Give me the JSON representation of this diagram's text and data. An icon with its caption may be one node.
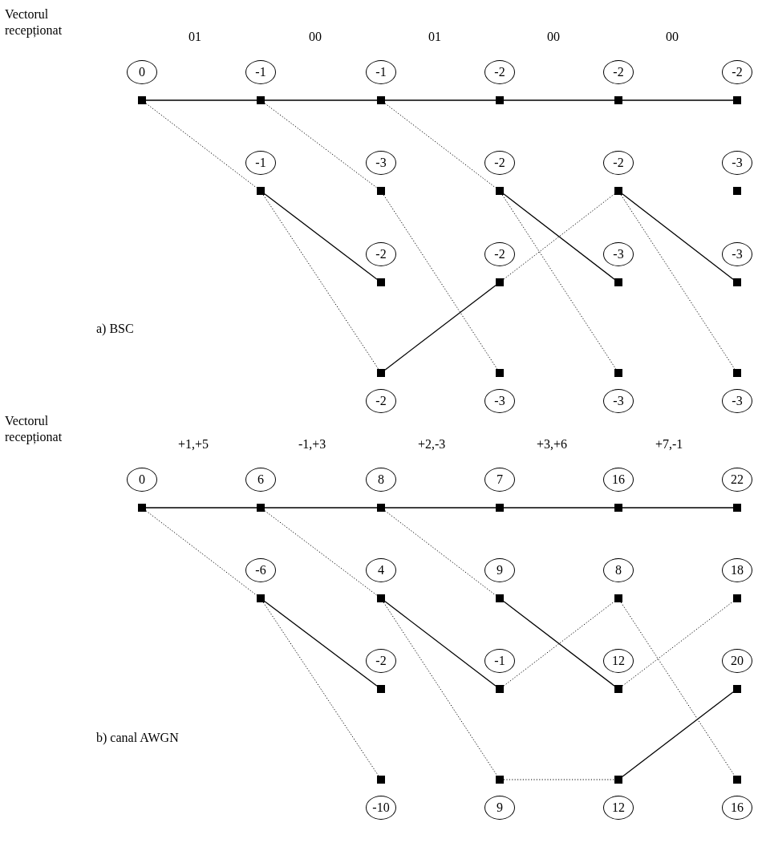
{
  "diagram": {
    "nodes": [
      {
        "text": [
          "0"
        ]
      },
      {
        "text": [],
        "shape": "box"
      },
      {
        "text": [
          "-1"
        ]
      },
      {
        "text": [],
        "shape": "box"
      },
      {
        "text": [
          "-1"
        ]
      },
      {
        "text": [],
        "shape": "box"
      },
      {
        "text": [
          "-2"
        ]
      },
      {
        "text": [],
        "shape": "box"
      },
      {
        "text": [
          "-2"
        ]
      },
      {
        "text": [],
        "shape": "box"
      },
      {
        "text": [
          "-2"
        ]
      },
      {
        "text": [],
        "shape": "box"
      },
      {
        "text": [
          "-1"
        ]
      },
      {
        "text": [],
        "shape": "box"
      },
      {
        "text": [
          "-3"
        ]
      },
      {
        "text": [],
        "shape": "box"
      },
      {
        "text": [
          "-2"
        ]
      },
      {
        "text": [],
        "shape": "box"
      },
      {
        "text": [
          "-2"
        ]
      },
      {
        "text": [],
        "shape": "box"
      },
      {
        "text": [
          "-3"
        ]
      },
      {
        "text": [],
        "shape": "box"
      },
      {
        "text": [
          "-2"
        ]
      },
      {
        "text": [],
        "shape": "box"
      },
      {
        "text": [
          "-2"
        ]
      },
      {
        "text": [],
        "shape": "box"
      },
      {
        "text": [
          "-3"
        ]
      },
      {
        "text": [],
        "shape": "box"
      },
      {
        "text": [
          "-3"
        ]
      },
      {
        "text": [],
        "shape": "box"
      },
      {
        "text": [],
        "shape": "box"
      },
      {
        "text": [
          "-2"
        ]
      },
      {
        "text": [],
        "shape": "box"
      },
      {
        "text": [
          "-3"
        ]
      },
      {
        "text": [],
        "shape": "box"
      },
      {
        "text": [
          "-3"
        ]
      },
      {
        "text": [],
        "shape": "box"
      },
      {
        "text": [
          "-3"
        ]
      },
      {
        "text": [
          "0"
        ]
      },
      {
        "text": [],
        "shape": "box"
      },
      {
        "text": [
          "6"
        ]
      },
      {
        "text": [],
        "shape": "box"
      },
      {
        "text": [
          "8"
        ]
      },
      {
        "text": [],
        "shape": "box"
      },
      {
        "text": [
          "7"
        ]
      },
      {
        "text": [],
        "shape": "box"
      },
      {
        "text": [
          "16"
        ]
      },
      {
        "text": [],
        "shape": "box"
      },
      {
        "text": [
          "22"
        ]
      },
      {
        "text": [],
        "shape": "box"
      },
      {
        "text": [
          "-6"
        ]
      },
      {
        "text": [],
        "shape": "box"
      },
      {
        "text": [
          "4"
        ]
      },
      {
        "text": [],
        "shape": "box"
      },
      {
        "text": [
          "9"
        ]
      },
      {
        "text": [],
        "shape": "box"
      },
      {
        "text": [
          "8"
        ]
      },
      {
        "text": [],
        "shape": "box"
      },
      {
        "text": [
          "18"
        ]
      },
      {
        "text": [],
        "shape": "box"
      },
      {
        "text": [
          "-2"
        ]
      },
      {
        "text": [],
        "shape": "box"
      },
      {
        "text": [
          "-1"
        ]
      },
      {
        "text": [],
        "shape": "box"
      },
      {
        "text": [
          "12"
        ]
      },
      {
        "text": [],
        "shape": "box"
      },
      {
        "text": [
          "20"
        ]
      },
      {
        "text": [],
        "shape": "box"
      },
      {
        "text": [],
        "shape": "box"
      },
      {
        "text": [
          "-10"
        ]
      },
      {
        "text": [],
        "shape": "box"
      },
      {
        "text": [
          "9"
        ]
      },
      {
        "text": [],
        "shape": "box"
      },
      {
        "text": [
          "12"
        ]
      },
      {
        "text": [],
        "shape": "box"
      },
      {
        "text": [
          "16"
        ]
      }
    ],
    "edges": [
      {
        "from": 1,
        "to": 3,
        "arrow": "none"
      },
      {
        "from": 3,
        "to": 5,
        "arrow": "none"
      },
      {
        "from": 5,
        "to": 7,
        "arrow": "none"
      },
      {
        "from": 7,
        "to": 9,
        "arrow": "none"
      },
      {
        "from": 9,
        "to": 11,
        "arrow": "none"
      },
      {
        "from": 1,
        "to": 13,
        "arrow": "none",
        "style": "dashed"
      },
      {
        "from": 3,
        "to": 15,
        "arrow": "none",
        "style": "dashed"
      },
      {
        "from": 5,
        "to": 17,
        "arrow": "none",
        "style": "dashed"
      },
      {
        "from": 13,
        "to": 23,
        "arrow": "none"
      },
      {
        "from": 13,
        "to": 30,
        "arrow": "none",
        "style": "dashed"
      },
      {
        "from": 15,
        "to": 32,
        "arrow": "none",
        "style": "dashed"
      },
      {
        "from": 30,
        "to": 25,
        "arrow": "none"
      },
      {
        "from": 25,
        "to": 19,
        "arrow": "none",
        "style": "dashed"
      },
      {
        "from": 17,
        "to": 27,
        "arrow": "none"
      },
      {
        "from": 17,
        "to": 34,
        "arrow": "none",
        "style": "dashed"
      },
      {
        "from": 19,
        "to": 29,
        "arrow": "none"
      },
      {
        "from": 19,
        "to": 36,
        "arrow": "none",
        "style": "dashed"
      },
      {
        "from": 39,
        "to": 41,
        "arrow": "none"
      },
      {
        "from": 41,
        "to": 43,
        "arrow": "none"
      },
      {
        "from": 43,
        "to": 45,
        "arrow": "none"
      },
      {
        "from": 45,
        "to": 47,
        "arrow": "none"
      },
      {
        "from": 47,
        "to": 49,
        "arrow": "none"
      },
      {
        "from": 39,
        "to": 51,
        "arrow": "none",
        "style": "dashed"
      },
      {
        "from": 41,
        "to": 53,
        "arrow": "none",
        "style": "dashed"
      },
      {
        "from": 43,
        "to": 55,
        "arrow": "none",
        "style": "dashed"
      },
      {
        "from": 51,
        "to": 61,
        "arrow": "none"
      },
      {
        "from": 51,
        "to": 68,
        "arrow": "none",
        "style": "dashed"
      },
      {
        "from": 53,
        "to": 63,
        "arrow": "none"
      },
      {
        "from": 53,
        "to": 70,
        "arrow": "none",
        "style": "dashed"
      },
      {
        "from": 55,
        "to": 65,
        "arrow": "none"
      },
      {
        "from": 63,
        "to": 57,
        "arrow": "none",
        "style": "dashed"
      },
      {
        "from": 65,
        "to": 59,
        "arrow": "none",
        "style": "dashed"
      },
      {
        "from": 57,
        "to": 74,
        "arrow": "none",
        "style": "dashed"
      },
      {
        "from": 70,
        "to": 72,
        "arrow": "none",
        "style": "dashed"
      },
      {
        "from": 72,
        "to": 67,
        "arrow": "none"
      }
    ],
    "labels": [
      "Vectorul recepționat",
      "01",
      "00",
      "01",
      "00",
      "00",
      "a) BSC",
      "Vectorul recepționat",
      "+1,+5",
      "-1,+3",
      "+2,-3",
      "+3,+6",
      "+7,-1",
      "b) canal AWGN"
    ]
  }
}
